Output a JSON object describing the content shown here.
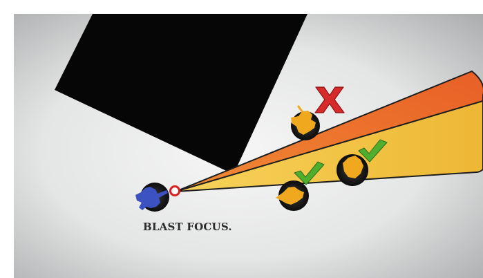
{
  "caption": "BLAST FOCUS.",
  "colors": {
    "background_center": "#f6f6f6",
    "background_edge": "#a9abac",
    "obstacle": "#060606",
    "blast_cone_orange": "#ec6a2b",
    "blast_cone_yellow": "#f2c443",
    "friendly_mini": "#3c52c0",
    "enemy_mini": "#f0a91e",
    "hit_check": "#4fae2e",
    "miss_cross": "#d72a2a",
    "focus_point": "#d62020"
  },
  "icons": {
    "blocked_target_marker": "x-mark-icon",
    "valid_target_marker": "checkmark-icon",
    "focus_marker": "target-ring-icon"
  },
  "targets": {
    "blocked": 1,
    "valid": 2
  }
}
